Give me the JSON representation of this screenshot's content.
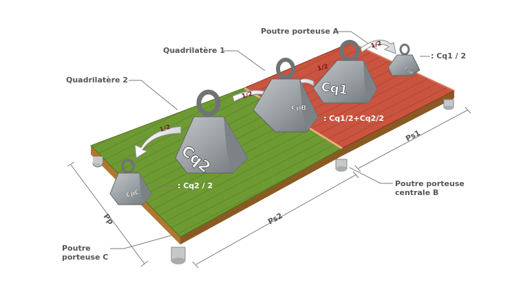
{
  "labels": {
    "beam_a": "Poutre porteuse A",
    "quad_1": "Quadrilatère 1",
    "quad_2": "Quadrilatère 2",
    "cq1_half": ": Cq1 / 2",
    "cq_sum": ": Cq1/2+Cq2/2",
    "cq2_half": ": Cq2 / 2",
    "beam_b_line1": "Poutre porteuse",
    "beam_b_line2": "centrale B",
    "beam_c_line1": "Poutre",
    "beam_c_line2": "porteuse C"
  },
  "weights": {
    "w1": "Cq1",
    "w2": "Cq2",
    "wb": "CpB",
    "wc": "CpC",
    "wa": "CpA"
  },
  "arrows": {
    "half": "1/2"
  },
  "dimensions": {
    "pp": "Pp",
    "ps1": "Ps1",
    "ps2": "Ps2"
  },
  "colors": {
    "green_deck": "#6f9a34",
    "red_deck": "#c8523f",
    "metal": "#9aa0a3",
    "beam_wood": "#a8702e"
  }
}
